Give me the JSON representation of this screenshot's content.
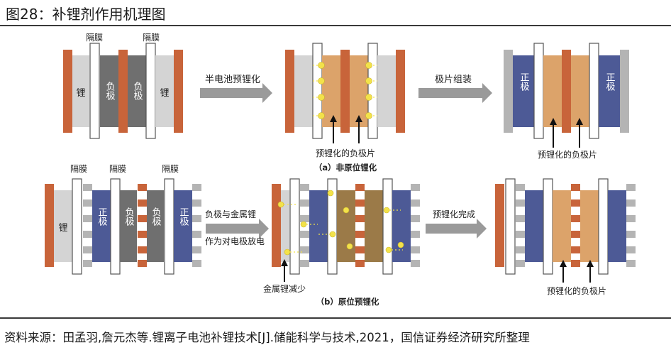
{
  "figure_title": "图28：补锂剂作用机理图",
  "source_note": "资料来源：田孟羽,詹元杰等.锂离子电池补锂技术[J].储能科学与技术,2021，国信证券经济研究所整理",
  "panel_a": {
    "separator_label_1": "隔膜",
    "separator_label_2": "隔膜",
    "lithium_label_left": "锂",
    "anode_label_left": "负极",
    "anode_label_right": "负极",
    "lithium_label_right": "锂",
    "arrow1_label": "半电池预锂化",
    "prelithiated_anode_1": "预锂化的负极片",
    "arrow2_label": "极片组装",
    "cathode_label_left": "正极",
    "cathode_label_right": "正极",
    "prelithiated_anode_2": "预锂化的负极片",
    "caption": "（a）非原位锂化"
  },
  "panel_b": {
    "separator_label_1": "隔膜",
    "separator_label_2": "隔膜",
    "separator_label_3": "隔膜",
    "lithium_label": "锂",
    "cathode_label_left": "正极",
    "anode_label_left": "负极",
    "anode_label_right": "负极",
    "cathode_label_right": "正极",
    "arrow1_label_line1": "负极与金属锂",
    "arrow1_label_line2": "作为对电极放电",
    "metal_lithium_reduce": "金属锂减少",
    "arrow2_label": "预锂化完成",
    "prelithiated_anode": "预锂化的负极片",
    "caption": "（b）原位预锂化"
  },
  "colors": {
    "copper": "#c8643a",
    "lithium": "#d4d4d4",
    "anode": "#6f6f6f",
    "cathode": "#4d5a96",
    "prelithiated": "#dca36a",
    "prelithiated_dark": "#9b7a48",
    "separator": "#ffffff",
    "aluminum": "#b4b4b4",
    "arrow": "#9a9a9a",
    "dot": "#f3e24a"
  }
}
